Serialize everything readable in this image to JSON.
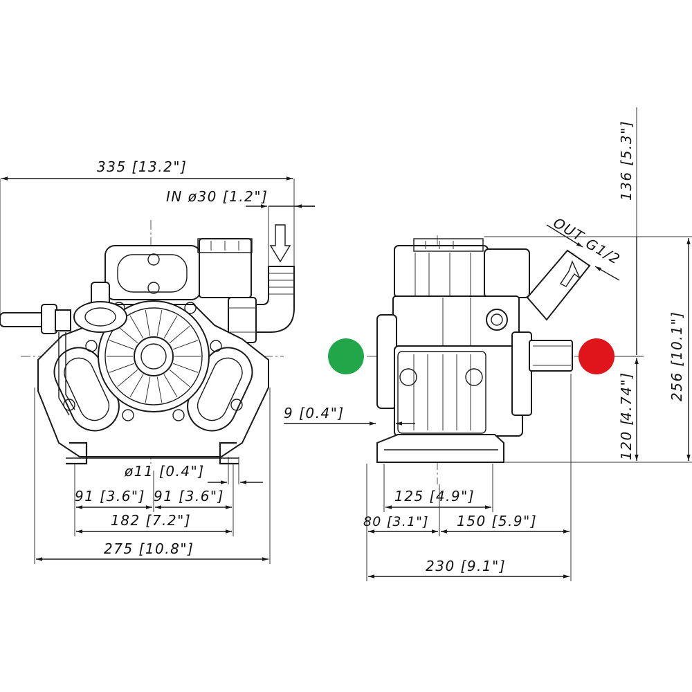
{
  "dimensions": {
    "overall_width": "335 [13.2\"]",
    "inlet": "IN ø30 [1.2\"]",
    "outlet_label": "OUT",
    "outlet_thread": "G1/2",
    "height_top": "136 [5.3\"]",
    "height_total": "256 [10.1\"]",
    "shaft_offset": "4.74\"]",
    "height_bottom": "120 [",
    "hole_dia": "ø11 [0.4\"]",
    "half_spacing_left": "91 [3.6\"]",
    "half_spacing_right": "91 [3.6\"]",
    "bolt_spacing": "182 [7.2\"]",
    "base_width": "275 [10.8\"]",
    "flange_offset": "9 [0.4\"]",
    "foot_width": "125 [4.9\"]",
    "shaft_to_foot": "80 [3.1\"]",
    "foot_to_end": "150 [5.9\"]",
    "side_length": "230 [9.1\"]"
  },
  "markers": {
    "left_color": "#22a64a",
    "right_color": "#e0151c"
  }
}
